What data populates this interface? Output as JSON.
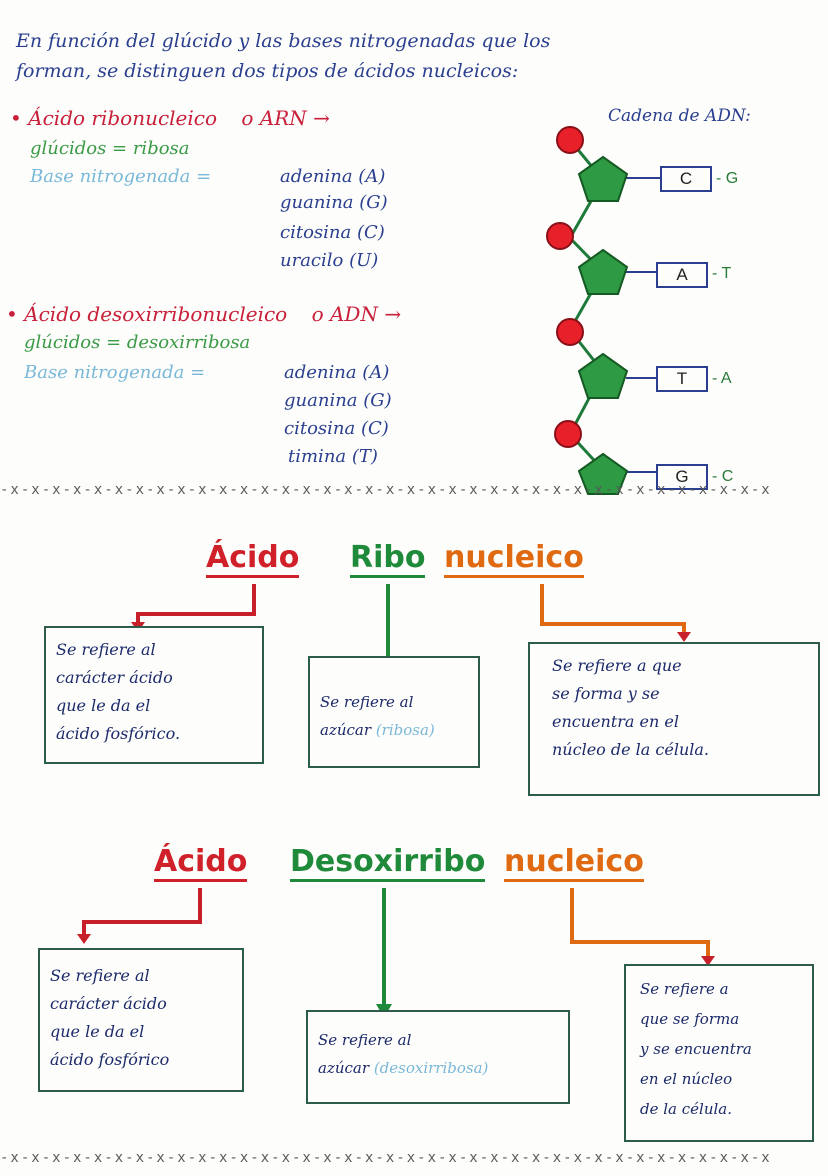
{
  "intro": {
    "line1": "En función del glúcido y las bases nitrogenadas que los",
    "line2": "forman, se distinguen dos tipos de ácidos nucleicos:"
  },
  "arn": {
    "name": "Ácido ribonucleico",
    "abbr": "o ARN →",
    "glucidos": "glúcidos = ribosa",
    "base_label": "Base nitrogenada =",
    "bases": [
      "adenina (A)",
      "guanina (G)",
      "citosina (C)",
      "uracilo (U)"
    ]
  },
  "adn": {
    "name": "Ácido desoxirribonucleico",
    "abbr": "o ADN →",
    "glucidos": "glúcidos = desoxirribosa",
    "base_label": "Base nitrogenada =",
    "bases": [
      "adenina (A)",
      "guanina (G)",
      "citosina (C)",
      "timina (T)"
    ]
  },
  "chain": {
    "title": "Cadena de ADN:",
    "nucleotides": [
      {
        "base": "C",
        "pair": "- G"
      },
      {
        "base": "A",
        "pair": "- T"
      },
      {
        "base": "T",
        "pair": "- A"
      },
      {
        "base": "G",
        "pair": "- C"
      }
    ]
  },
  "separator": "-x-x-x-x-x-x-x-x-x-x-x-x-x-x-x-x-x-x-x-x-x-x-x-x-x-x-x-x-x-x-x-x-x-x-x-x-x",
  "ribo_section": {
    "word_acido": "Ácido",
    "word_ribo": "Ribo",
    "word_nucleico": "nucleico",
    "box1": [
      "Se refiere al",
      "carácter ácido",
      "que le da el",
      "ácido fosfórico."
    ],
    "box2_line1": "Se refiere al",
    "box2_line2a": "azúcar",
    "box2_line2b": "(ribosa)",
    "box3": [
      "Se refiere a que",
      "se forma y se",
      "encuentra en el",
      "núcleo de la célula."
    ]
  },
  "desoxi_section": {
    "word_acido": "Ácido",
    "word_desoxi": "Desoxirribo",
    "word_nucleico": "nucleico",
    "box1": [
      "Se refiere al",
      "carácter ácido",
      "que le da el",
      "ácido fosfórico"
    ],
    "box2_line1": "Se refiere al",
    "box2_line2a": "azúcar",
    "box2_line2b": "(desoxirribosa)",
    "box3": [
      "Se refiere a",
      "que se forma",
      "y se encuentra",
      "en el núcleo",
      "de la célula."
    ]
  },
  "colors": {
    "red": "#d0202a",
    "green": "#1e8a3a",
    "orange": "#e06a12",
    "phosphate": "#e8202a",
    "sugar": "#2e9a44",
    "ink_blue": "#2a3f8f"
  }
}
